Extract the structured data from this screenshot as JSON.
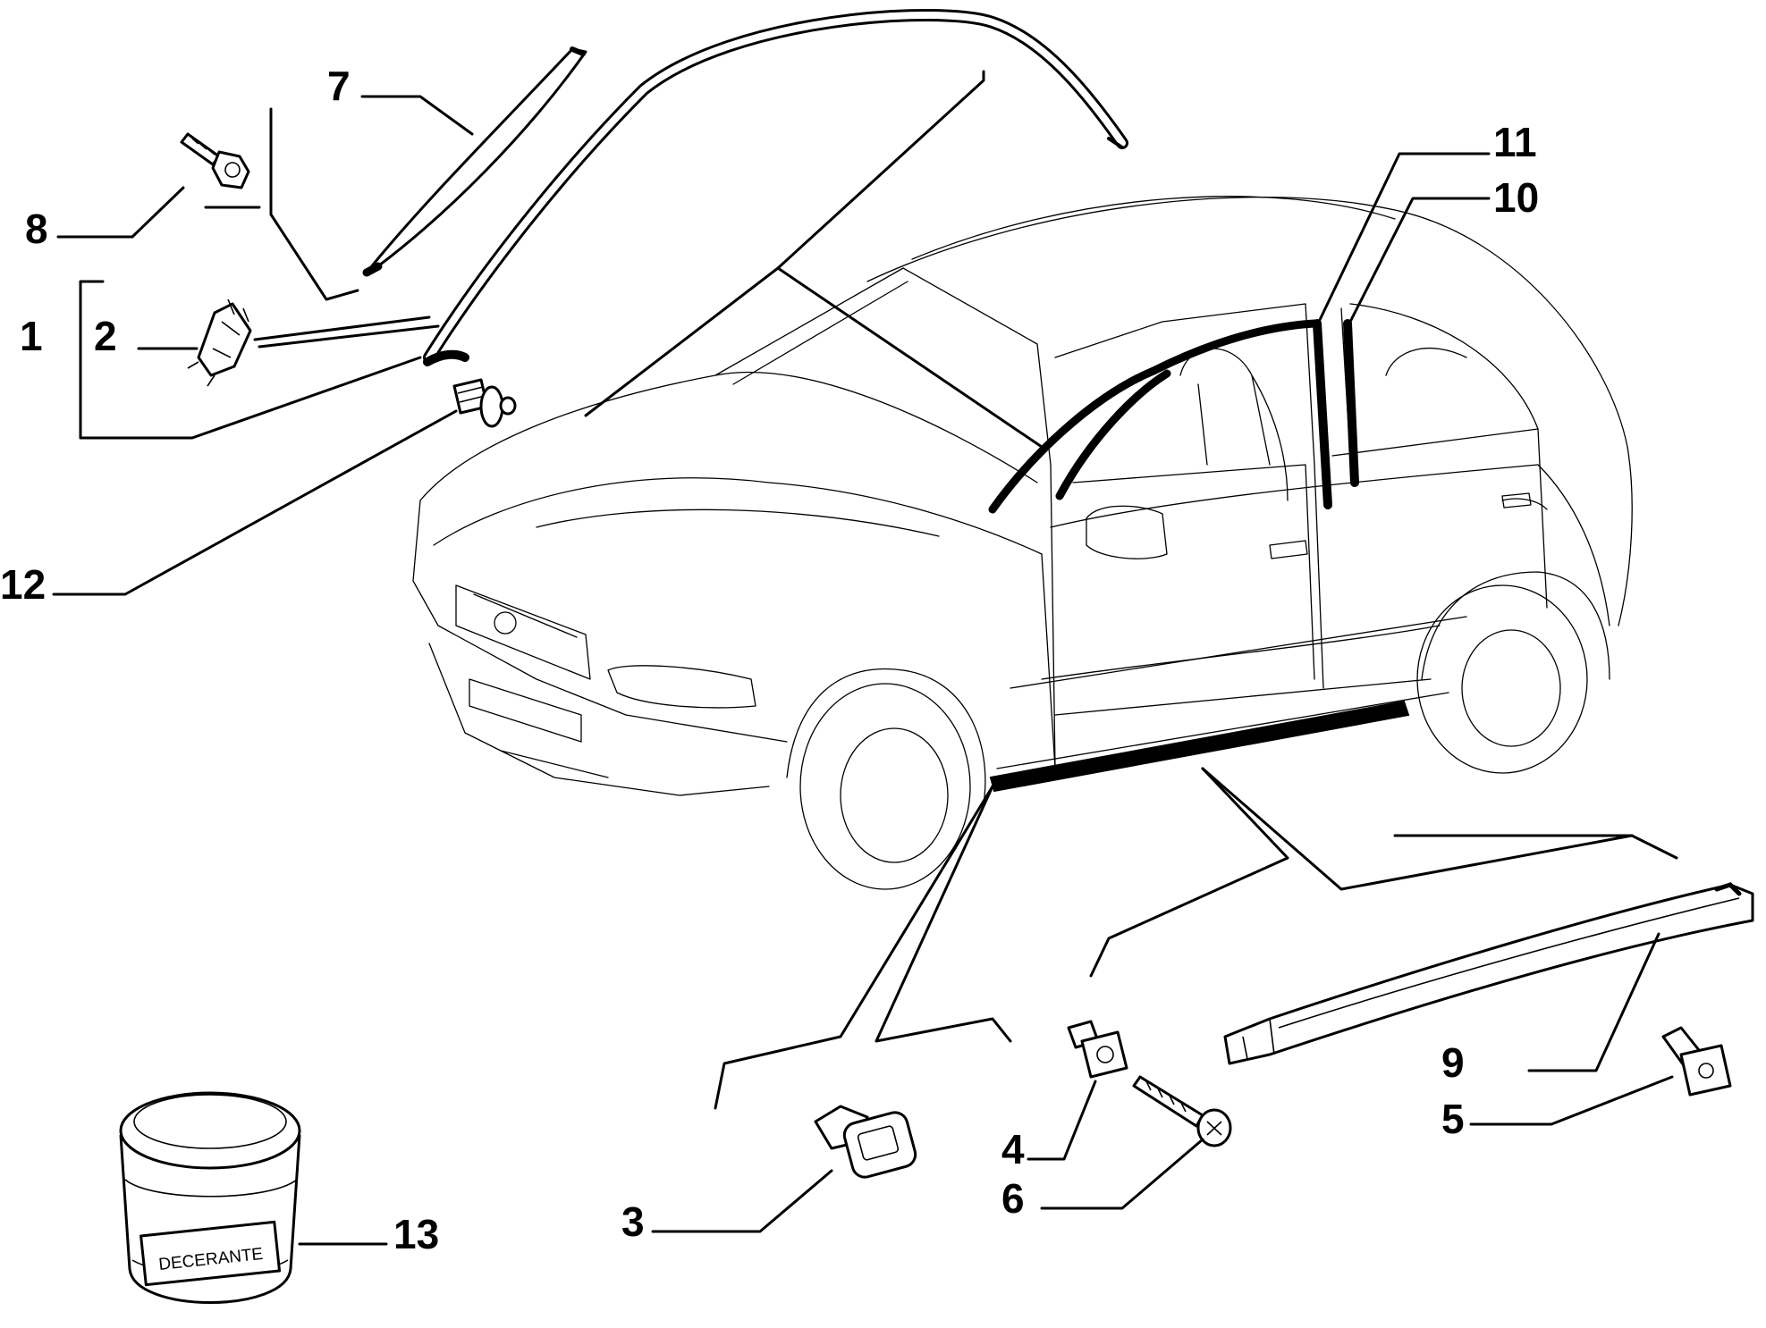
{
  "callouts": {
    "c1": "1",
    "c2": "2",
    "c3": "3",
    "c4": "4",
    "c5": "5",
    "c6": "6",
    "c7": "7",
    "c8": "8",
    "c9": "9",
    "c10": "10",
    "c11": "11",
    "c12": "12",
    "c13": "13"
  },
  "jar_label": "DECERANTE"
}
